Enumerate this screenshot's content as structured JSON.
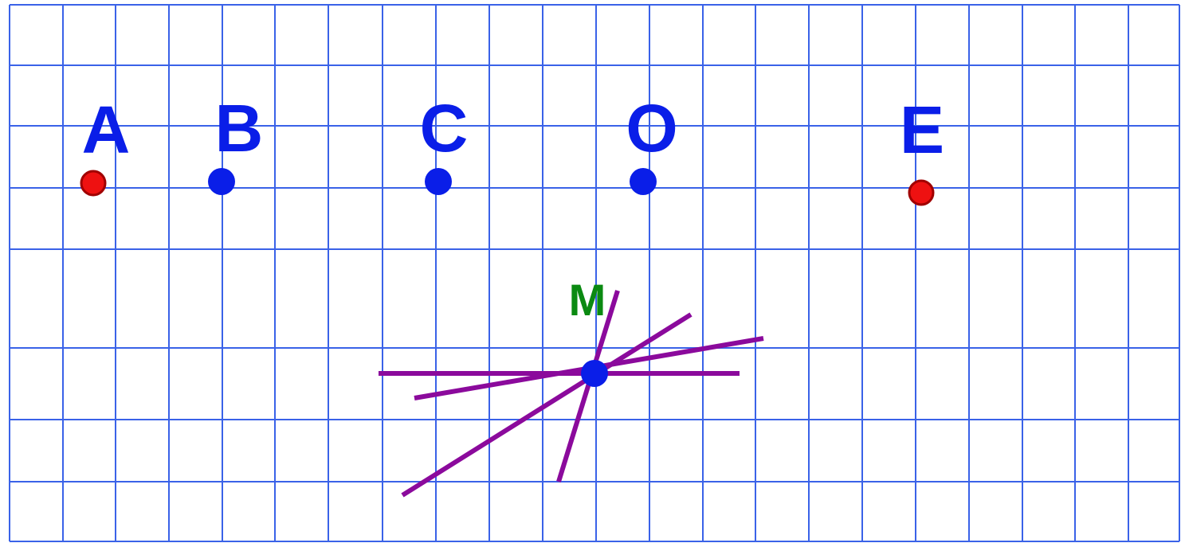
{
  "colors": {
    "grid": "#3a62e8",
    "label": "#0a1ee8",
    "blue_point": "#0a1ee8",
    "red_point": "#ee1111",
    "red_point_outline": "#a00000",
    "line": "#8b0a9c",
    "m_label": "#0b8a12"
  },
  "points": [
    {
      "id": "A",
      "label": "A",
      "color": "red"
    },
    {
      "id": "B",
      "label": "B",
      "color": "blue"
    },
    {
      "id": "C",
      "label": "C",
      "color": "blue"
    },
    {
      "id": "O",
      "label": "O",
      "color": "blue"
    },
    {
      "id": "E",
      "label": "E",
      "color": "red"
    }
  ],
  "center_point": {
    "id": "M",
    "label": "M",
    "color": "blue"
  },
  "lines_through_center": 4
}
